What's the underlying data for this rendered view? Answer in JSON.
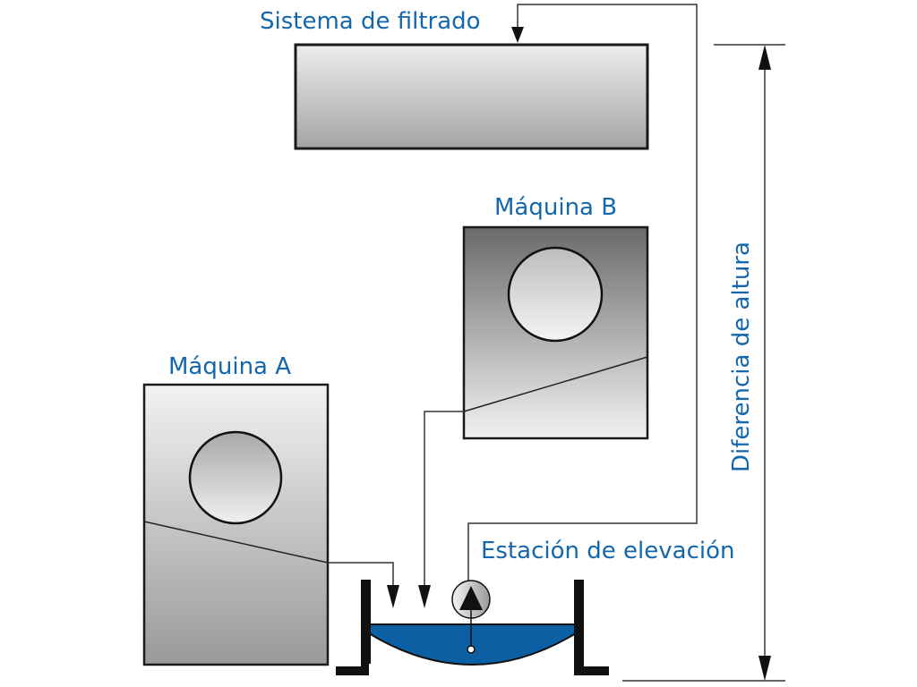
{
  "labels": {
    "filter_system": "Sistema de filtrado",
    "machine_a": "Máquina A",
    "machine_b": "Máquina B",
    "lift_station": "Estación de elevación",
    "height_difference": "Diferencia de altura"
  },
  "colors": {
    "label_text": "#1467ad",
    "water": "#0d5fa3",
    "outline": "#1a1a1a"
  }
}
